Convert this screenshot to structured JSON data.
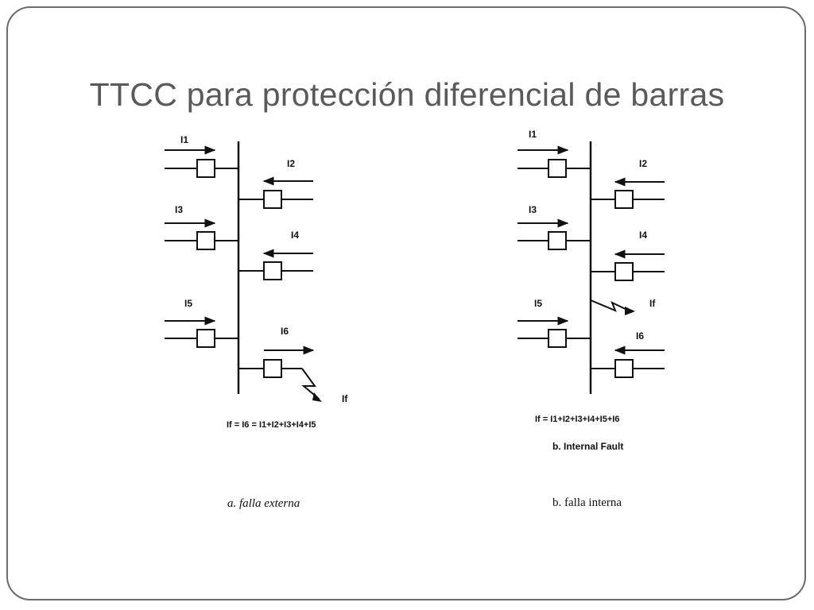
{
  "slide": {
    "title": "TTCC para protección diferencial de barras"
  },
  "diagram_a": {
    "labels": [
      "I1",
      "I2",
      "I3",
      "I4",
      "I5",
      "I6",
      "If"
    ],
    "equation": "If = I6 = I1+I2+I3+I4+I5",
    "caption": "a. falla externa"
  },
  "diagram_b": {
    "labels": [
      "I1",
      "I2",
      "I3",
      "I4",
      "I5",
      "I6",
      "If"
    ],
    "equation": "If = I1+I2+I3+I4+I5+I6",
    "subtitle": "b. Internal Fault",
    "caption": "b. falla interna"
  }
}
